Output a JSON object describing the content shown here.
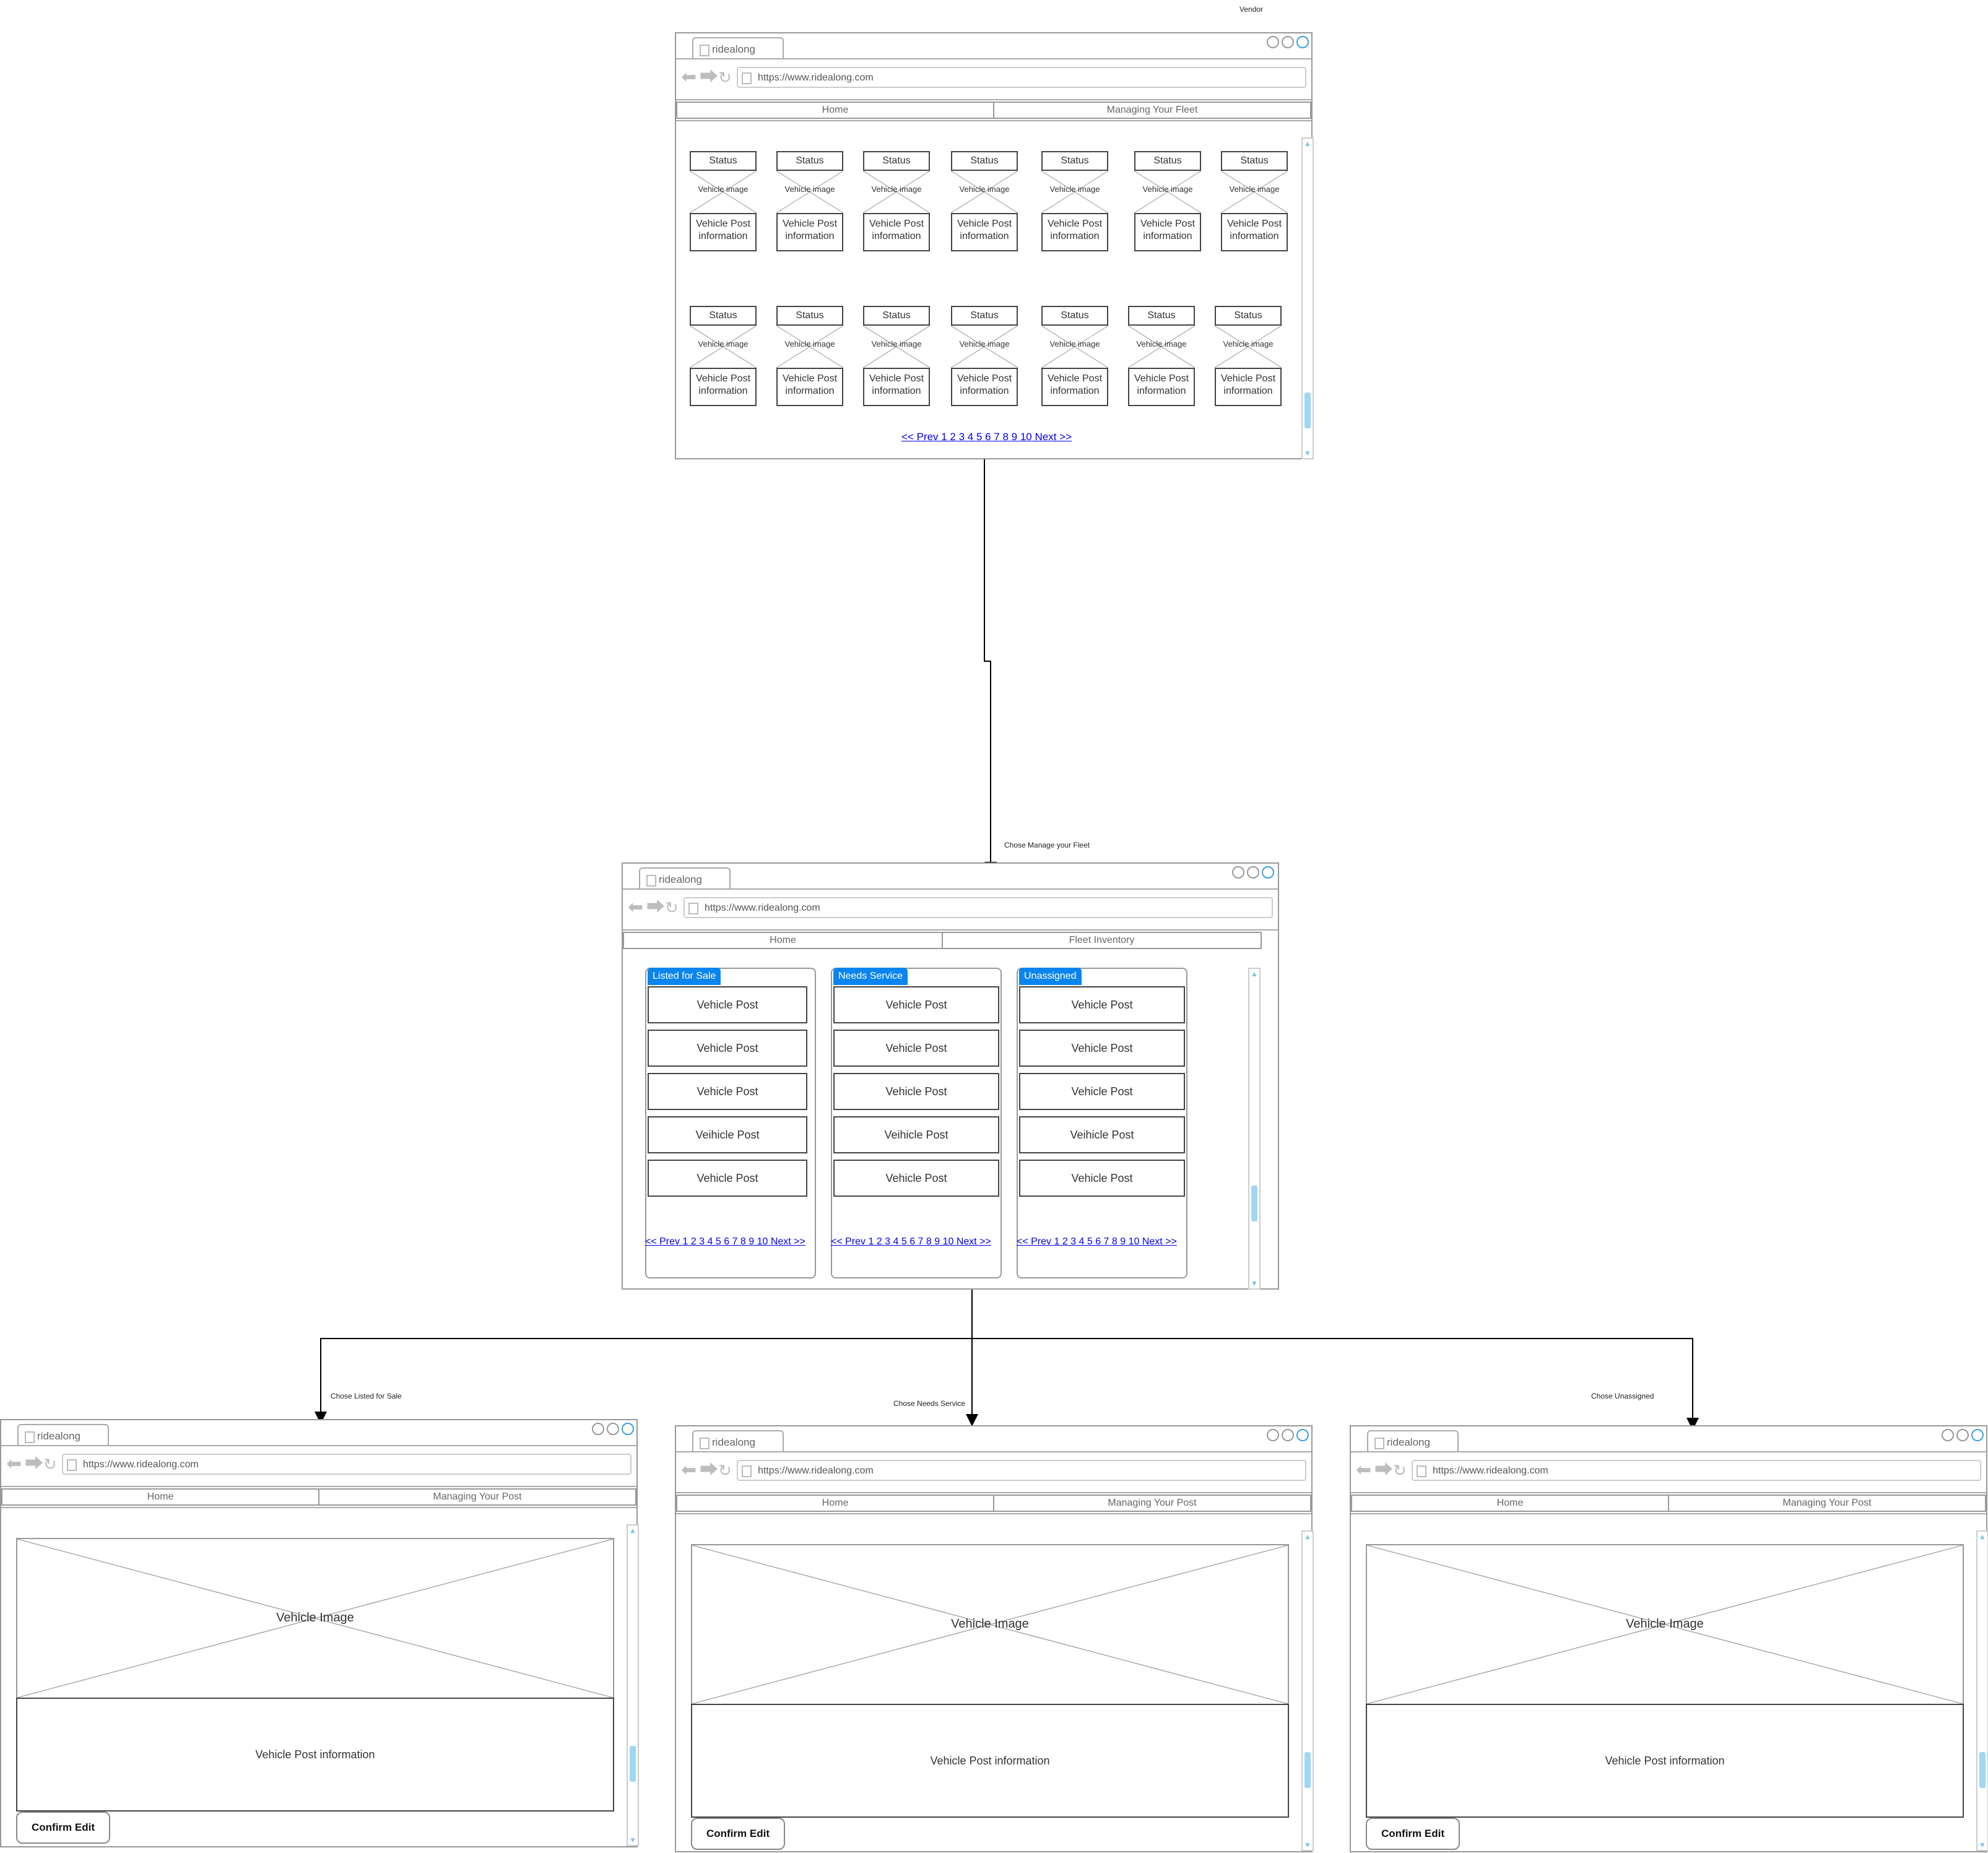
{
  "title": "Vendor",
  "browser": {
    "tab_title": "ridealong",
    "url": "https://www.ridealong.com"
  },
  "screen1": {
    "nav": [
      "Home",
      "Managing Your Fleet"
    ],
    "card_status": "Status",
    "card_image": "Vehicle image",
    "card_info_line1": "Vehicle Post",
    "card_info_line2": "information",
    "pager": "<< Prev 1 2 3 4 5 6 7 8 9 10 Next >>"
  },
  "screen2": {
    "nav": [
      "Home",
      "Fleet Inventory"
    ],
    "panels": [
      {
        "title": "Listed for Sale",
        "posts": [
          "Vehicle Post",
          "Vehicle Post",
          "Vehicle Post",
          "Veihicle Post",
          "Vehicle Post"
        ]
      },
      {
        "title": "Needs Service",
        "posts": [
          "Vehicle Post",
          "Vehicle Post",
          "Vehicle Post",
          "Veihicle Post",
          "Vehicle Post"
        ]
      },
      {
        "title": "Unassigned",
        "posts": [
          "Vehicle Post",
          "Vehicle Post",
          "Vehicle Post",
          "Veihicle Post",
          "Vehicle Post"
        ]
      }
    ],
    "pager": "<< Prev 1 2 3 4 5 6 7 8 9 10 Next >>"
  },
  "detail": {
    "nav": [
      "Home",
      "Managing Your Post"
    ],
    "image_label": "Vehicle Image",
    "info_label": "Vehicle Post information",
    "confirm_label": "Confirm Edit"
  },
  "edges": {
    "to_fleet": "Chose Manage your Fleet",
    "to_sale": "Chose Listed for Sale",
    "to_service": "Chose Needs Service",
    "to_unassigned": "Chose Unassigned"
  }
}
